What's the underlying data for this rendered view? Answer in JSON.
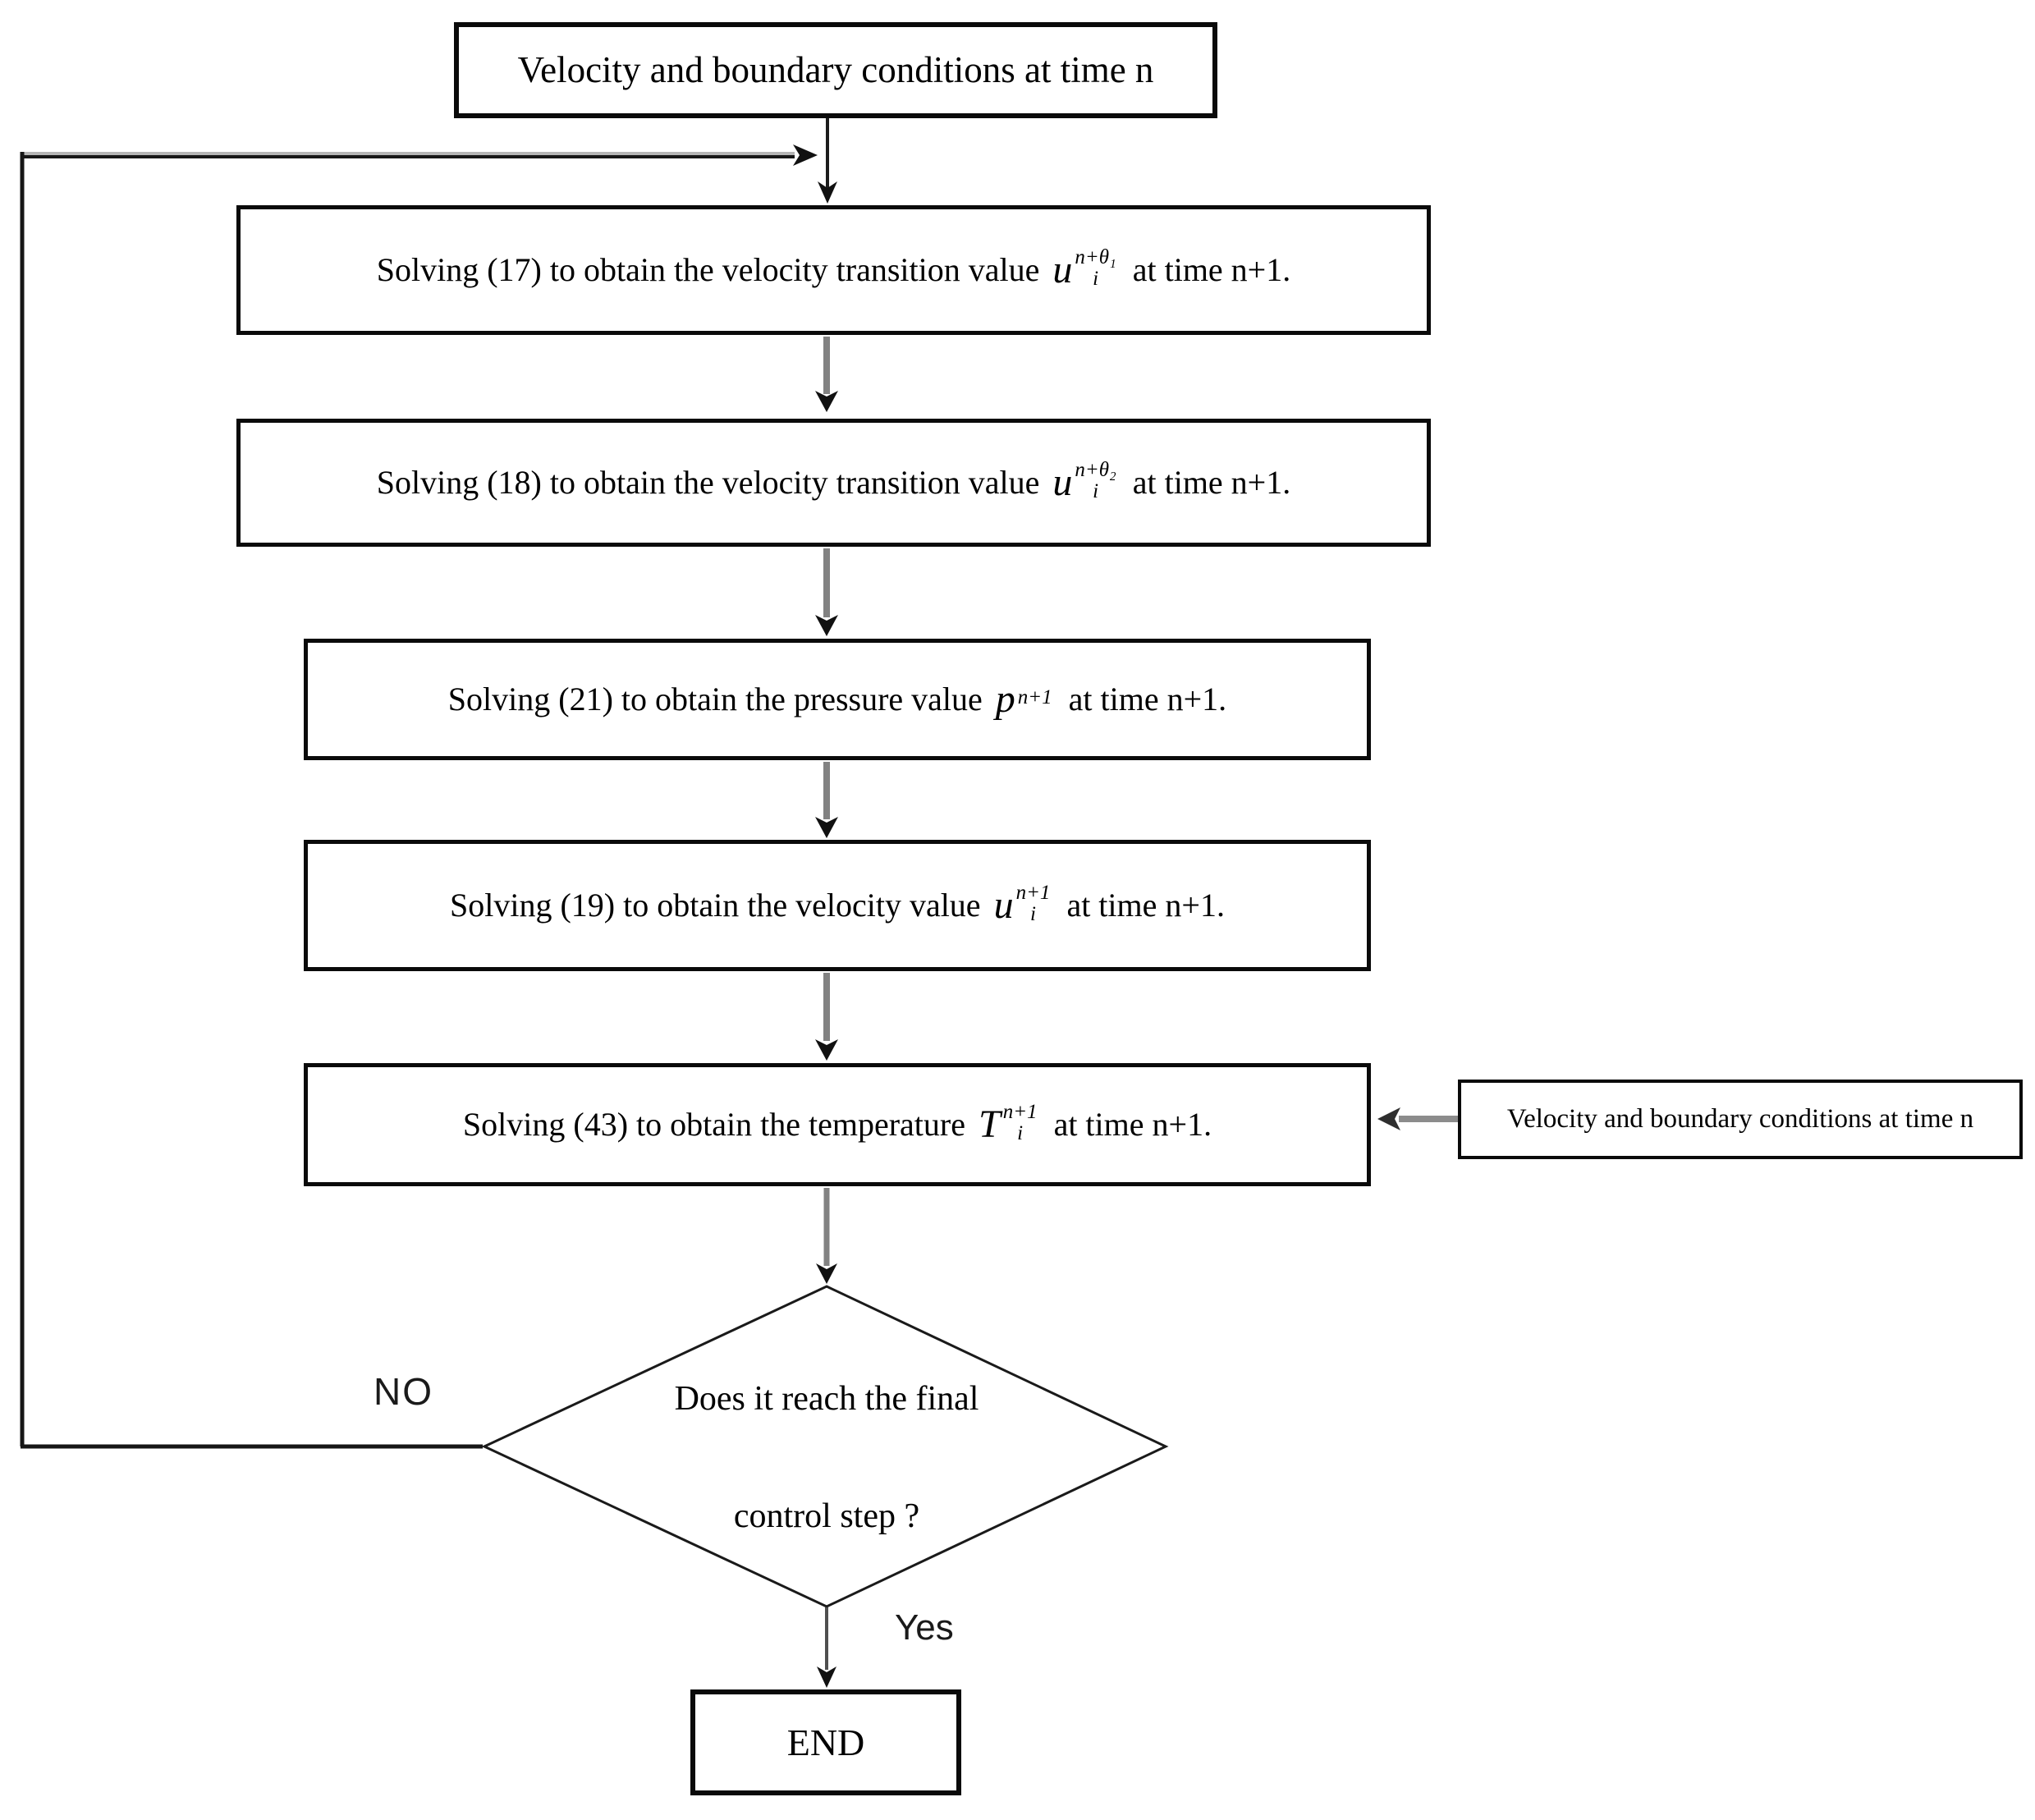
{
  "flowchart": {
    "start": {
      "label": "Velocity and boundary conditions at time n"
    },
    "steps": [
      {
        "prefix": "Solving (17) to obtain the velocity transition value",
        "formula": {
          "base": "u",
          "sub": "i",
          "sup": "n+θ₁"
        },
        "suffix": "at time n+1."
      },
      {
        "prefix": "Solving (18) to obtain the velocity transition value",
        "formula": {
          "base": "u",
          "sub": "i",
          "sup": "n+θ₂"
        },
        "suffix": "at time n+1."
      },
      {
        "prefix": "Solving (21) to obtain the pressure value",
        "formula": {
          "base": "p",
          "sub": "",
          "sup": "n+1"
        },
        "suffix": "at time n+1."
      },
      {
        "prefix": "Solving (19) to obtain the velocity value",
        "formula": {
          "base": "u",
          "sub": "i",
          "sup": "n+1"
        },
        "suffix": "at time n+1."
      },
      {
        "prefix": "Solving (43) to obtain the temperature",
        "formula": {
          "base": "T",
          "sub": "i",
          "sup": "n+1"
        },
        "suffix": "at time n+1."
      }
    ],
    "side_box": {
      "label": "Velocity and boundary conditions at time n"
    },
    "decision": {
      "line1": "Does it reach the final",
      "line2": "control step ?"
    },
    "branch_labels": {
      "no": "NO",
      "yes": "Yes"
    },
    "end": {
      "label": "END"
    },
    "colors": {
      "border": "#0a0a0a",
      "connector_gray": "#828282",
      "connector_dark": "#555555",
      "arrowhead": "#111111",
      "background": "#ffffff"
    }
  }
}
